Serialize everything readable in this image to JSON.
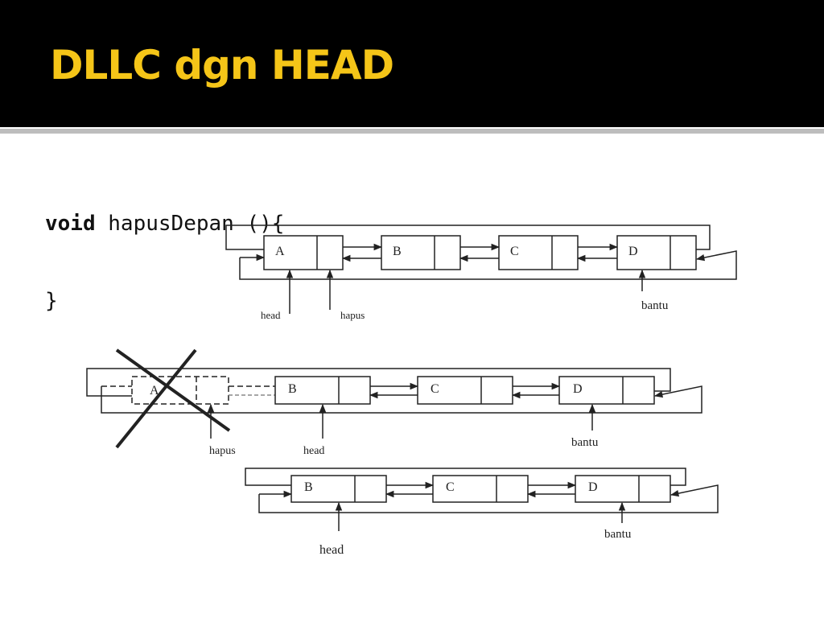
{
  "slide": {
    "title": "DLLC dgn HEAD",
    "code": {
      "keyword": "void",
      "signature": " hapusDepan (){",
      "closing": "}"
    }
  },
  "diagrams": [
    {
      "nodes": [
        "A",
        "B",
        "C",
        "D"
      ],
      "pointers": [
        "head",
        "hapus",
        "bantu"
      ]
    },
    {
      "nodes": [
        "A",
        "B",
        "C",
        "D"
      ],
      "pointers": [
        "hapus",
        "head",
        "bantu"
      ],
      "deleted_node": "A"
    },
    {
      "nodes": [
        "B",
        "C",
        "D"
      ],
      "pointers": [
        "head",
        "bantu"
      ]
    }
  ]
}
